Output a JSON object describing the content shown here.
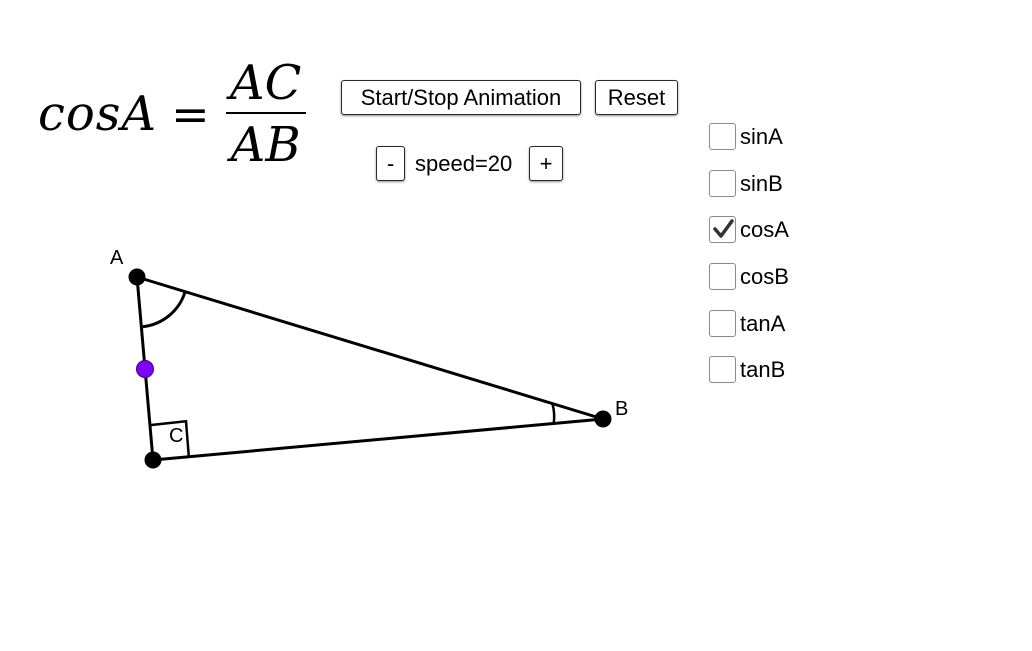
{
  "formula": {
    "lhs": "cosA",
    "equals": "=",
    "numerator": "AC",
    "denominator": "AB"
  },
  "controls": {
    "start_stop_label": "Start/Stop Animation",
    "reset_label": "Reset",
    "minus_label": "-",
    "plus_label": "+",
    "speed_text": "speed=20"
  },
  "checkboxes": [
    {
      "label": "sinA",
      "checked": false
    },
    {
      "label": "sinB",
      "checked": false
    },
    {
      "label": "cosA",
      "checked": true
    },
    {
      "label": "cosB",
      "checked": false
    },
    {
      "label": "tanA",
      "checked": false
    },
    {
      "label": "tanB",
      "checked": false
    }
  ],
  "triangle": {
    "vertex_labels": {
      "A": "A",
      "B": "B",
      "C": "C"
    },
    "colors": {
      "stroke": "#000000",
      "vertex_fill": "#000000",
      "moving_point_fill": "#7f00ff",
      "moving_point_stroke": "#3a007a"
    }
  }
}
